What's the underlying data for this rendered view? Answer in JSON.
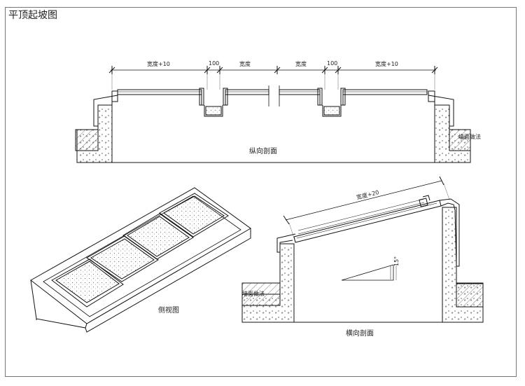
{
  "title": "平顶起坡图",
  "longitudinal": {
    "dims": [
      "宽度+10",
      "100",
      "宽度",
      "宽度",
      "100",
      "宽度+10"
    ],
    "section_label": "纵向剖面",
    "note": "墙面做法"
  },
  "side_view": {
    "label": "侧视图"
  },
  "transverse": {
    "dim": "宽度+20",
    "angle": "15°",
    "note": "墙面做法",
    "section_label": "横向剖面"
  }
}
